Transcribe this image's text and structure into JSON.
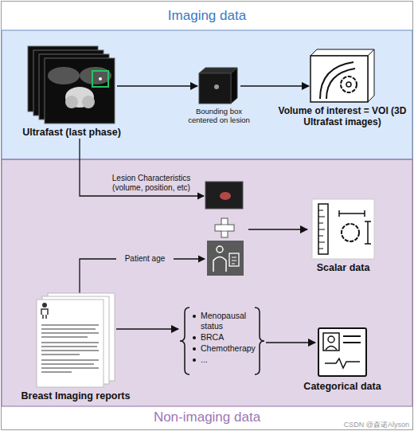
{
  "diagram": {
    "nodes": [
      {
        "text": [
          "Imaging data"
        ]
      },
      {
        "text": [
          "Ultrafast (last phase)"
        ],
        "in": 0
      },
      {
        "text": [
          "Bounding box centered on lesion"
        ],
        "in": 0
      },
      {
        "text": [
          "Volume of interest = VOI (3D Ultrafast images)"
        ],
        "in": 0
      },
      {
        "text": [
          "Non-imaging data"
        ]
      },
      {
        "text": [
          "Scalar data"
        ],
        "in": 4
      },
      {
        "text": [
          "Breast Imaging reports"
        ],
        "in": 4
      },
      {
        "text": [
          "Menopausal status",
          "BRCA",
          "Chemotherapy",
          "..."
        ],
        "in": 4
      },
      {
        "text": [
          "Categorical data"
        ],
        "in": 4
      }
    ],
    "edges": [
      {
        "from": 1,
        "to": 2,
        "arrow": "to"
      },
      {
        "from": 2,
        "to": 3,
        "arrow": "to"
      },
      {
        "from": 6,
        "to": 7,
        "arrow": "to"
      },
      {
        "from": 7,
        "to": 8,
        "arrow": "to"
      }
    ],
    "labels": [
      "Lesion Characteristics (volume, position, etc)",
      "Patient age",
      "CSDN @森诺Alyson"
    ]
  }
}
